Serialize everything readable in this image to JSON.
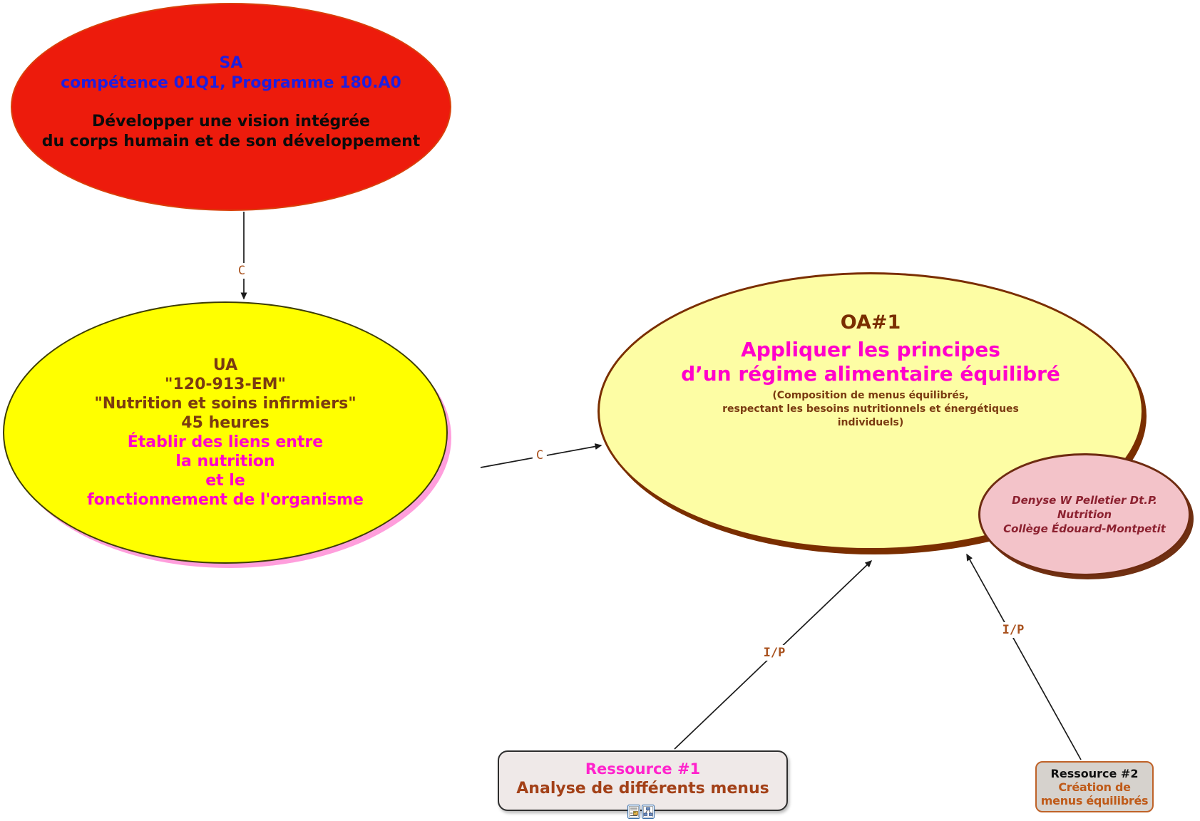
{
  "diagram": {
    "type": "concept-map",
    "nodes": {
      "sa": {
        "lines": [
          "SA",
          "compétence 01Q1, Programme 180.A0",
          "Développer une vision intégrée",
          "du corps humain et de son développement"
        ]
      },
      "ua": {
        "lines": [
          "UA",
          "\"120-913-EM\"",
          "\"Nutrition et soins infirmiers\"",
          "45 heures",
          "Établir des liens entre",
          "la nutrition",
          "et le",
          "fonctionnement de l'organisme"
        ]
      },
      "oa1": {
        "title": "OA#1",
        "lines": [
          "Appliquer les principes",
          "d’un régime alimentaire équilibré"
        ],
        "caption": [
          "(Composition de menus équilibrés,",
          "respectant les besoins nutritionnels et énergétiques",
          "individuels)"
        ]
      },
      "author": {
        "lines": [
          "Denyse W Pelletier Dt.P.",
          "Nutrition",
          "Collège Édouard-Montpetit"
        ]
      },
      "resource1": {
        "title": "Ressource #1",
        "subtitle": "Analyse de différents menus",
        "icons": [
          "document-icon",
          "concept-map-icon"
        ]
      },
      "resource2": {
        "title": "Ressource #2",
        "lines": [
          "Création de",
          "menus équilibrés"
        ]
      }
    },
    "links": [
      {
        "from": "sa",
        "to": "ua",
        "label": "C"
      },
      {
        "from": "ua",
        "to": "oa1",
        "label": "C"
      },
      {
        "from": "resource1",
        "to": "oa1",
        "label": "I/P"
      },
      {
        "from": "resource2",
        "to": "oa1",
        "label": "I/P"
      }
    ],
    "colors": {
      "sa_fill": "#ED1B0C",
      "sa_text_accent": "#1F1FE0",
      "ua_fill": "#FFFF00",
      "ua_shadow": "#FF9EDC",
      "oa1_fill": "#FDFDA4",
      "oa1_border": "#7A2E00",
      "author_fill": "#F3C3C9",
      "author_text": "#8C2130",
      "magenta_text": "#FF00CB",
      "brown_text": "#7A3B11",
      "resource1_fill": "#EFE9E8",
      "resource1_sub_text": "#A34118",
      "resource2_fill": "#D6D2CD",
      "resource2_border": "#BF6228",
      "resource2_text": "#BF5A18",
      "link_label": "#A9521E",
      "arrow": "#1b1b1b"
    }
  }
}
